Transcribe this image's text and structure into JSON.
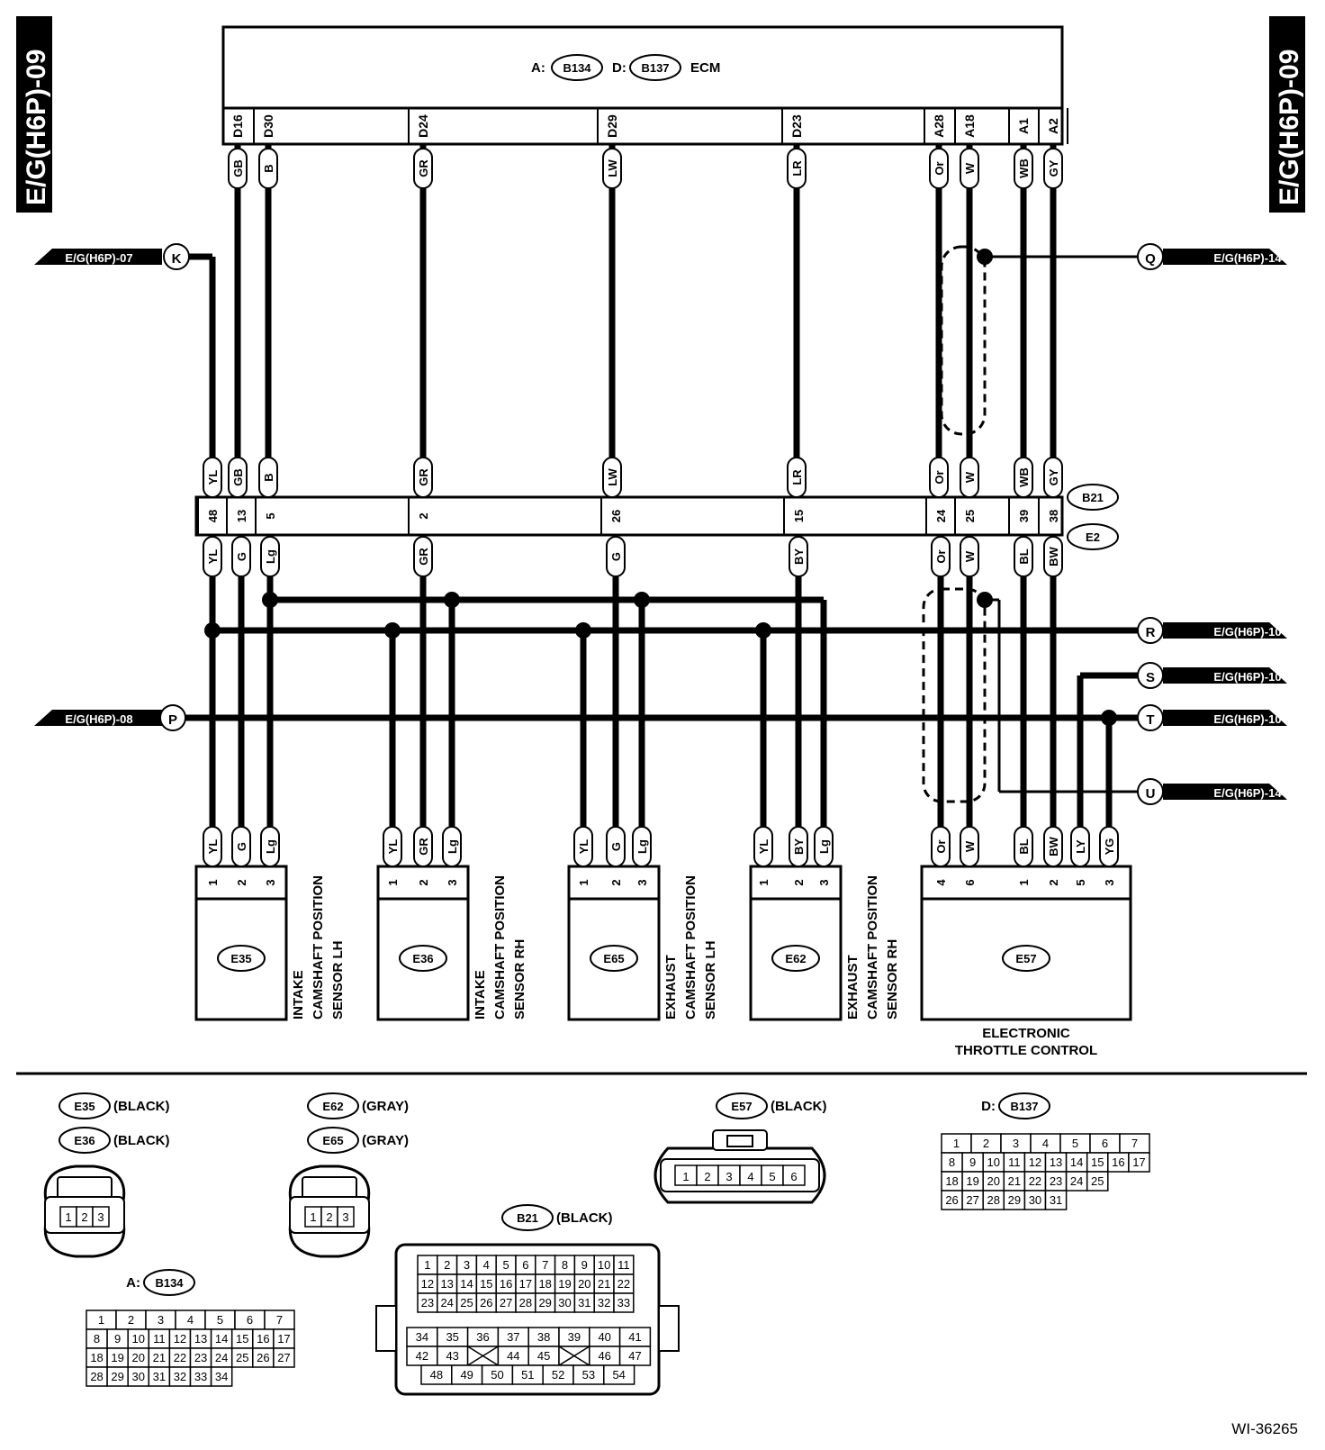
{
  "page_title": "E/G(H6P)-09",
  "ecm": {
    "prefix_a": "A:",
    "conn_a": "B134",
    "prefix_d": "D:",
    "conn_d": "B137",
    "name": "ECM"
  },
  "ecm_pins": [
    {
      "pin": "D16",
      "color": "GB"
    },
    {
      "pin": "D30",
      "color": "B"
    },
    {
      "pin": "D24",
      "color": "GR"
    },
    {
      "pin": "D29",
      "color": "LW"
    },
    {
      "pin": "D23",
      "color": "LR"
    },
    {
      "pin": "A28",
      "color": "Or"
    },
    {
      "pin": "A18",
      "color": "W"
    },
    {
      "pin": "A1",
      "color": "WB"
    },
    {
      "pin": "A2",
      "color": "GY"
    }
  ],
  "joint": {
    "top": "B21",
    "bottom": "E2"
  },
  "joint_pins": [
    {
      "pin": "48",
      "up": "YL",
      "down": "YL"
    },
    {
      "pin": "13",
      "up": "GB",
      "down": "G"
    },
    {
      "pin": "5",
      "up": "B",
      "down": "Lg"
    },
    {
      "pin": "2",
      "up": "GR",
      "down": "GR"
    },
    {
      "pin": "26",
      "up": "LW",
      "down": "G"
    },
    {
      "pin": "15",
      "up": "LR",
      "down": "BY"
    },
    {
      "pin": "24",
      "up": "Or",
      "down": "Or"
    },
    {
      "pin": "25",
      "up": "W",
      "down": "W"
    },
    {
      "pin": "39",
      "up": "WB",
      "down": "BL"
    },
    {
      "pin": "38",
      "up": "GY",
      "down": "BW"
    }
  ],
  "refs": [
    {
      "letter": "K",
      "label": "E/G(H6P)-07"
    },
    {
      "letter": "P",
      "label": "E/G(H6P)-08"
    },
    {
      "letter": "Q",
      "label": "E/G(H6P)-14"
    },
    {
      "letter": "R",
      "label": "E/G(H6P)-10"
    },
    {
      "letter": "S",
      "label": "E/G(H6P)-10"
    },
    {
      "letter": "T",
      "label": "E/G(H6P)-10"
    },
    {
      "letter": "U",
      "label": "E/G(H6P)-14"
    }
  ],
  "components": [
    {
      "id": "E35",
      "wires": [
        "YL",
        "G",
        "Lg"
      ],
      "pins": [
        "1",
        "2",
        "3"
      ],
      "name": [
        "INTAKE",
        "CAMSHAFT POSITION",
        "SENSOR LH"
      ]
    },
    {
      "id": "E36",
      "wires": [
        "YL",
        "GR",
        "Lg"
      ],
      "pins": [
        "1",
        "2",
        "3"
      ],
      "name": [
        "INTAKE",
        "CAMSHAFT POSITION",
        "SENSOR RH"
      ]
    },
    {
      "id": "E65",
      "wires": [
        "YL",
        "G",
        "Lg"
      ],
      "pins": [
        "1",
        "2",
        "3"
      ],
      "name": [
        "EXHAUST",
        "CAMSHAFT POSITION",
        "SENSOR LH"
      ]
    },
    {
      "id": "E62",
      "wires": [
        "YL",
        "BY",
        "Lg"
      ],
      "pins": [
        "1",
        "2",
        "3"
      ],
      "name": [
        "EXHAUST",
        "CAMSHAFT POSITION",
        "SENSOR RH"
      ]
    },
    {
      "id": "E57",
      "wires": [
        "Or",
        "W",
        "BL",
        "BW",
        "LY",
        "YG"
      ],
      "pins": [
        "4",
        "6",
        "1",
        "2",
        "5",
        "3"
      ],
      "name": [
        "ELECTRONIC",
        "THROTTLE CONTROL"
      ]
    }
  ],
  "connectors": {
    "e35": {
      "id": "E35",
      "color": "(BLACK)"
    },
    "e36": {
      "id": "E36",
      "color": "(BLACK)"
    },
    "e62": {
      "id": "E62",
      "color": "(GRAY)"
    },
    "e65": {
      "id": "E65",
      "color": "(GRAY)"
    },
    "e57": {
      "id": "E57",
      "color": "(BLACK)"
    },
    "b21": {
      "id": "B21",
      "color": "(BLACK)"
    },
    "b134": {
      "prefix": "A:",
      "id": "B134"
    },
    "b137": {
      "prefix": "D:",
      "id": "B137"
    },
    "pins3": [
      "1",
      "2",
      "3"
    ],
    "pins6": [
      "1",
      "2",
      "3",
      "4",
      "5",
      "6"
    ],
    "ecm_grid_rows": [
      [
        "1",
        "2",
        "3",
        "4",
        "5",
        "6",
        "7"
      ],
      [
        "8",
        "9",
        "10",
        "11",
        "12",
        "13",
        "14",
        "15",
        "16",
        "17"
      ],
      [
        "18",
        "19",
        "20",
        "21",
        "22",
        "23",
        "24",
        "25",
        "26",
        "27"
      ],
      [
        "28",
        "29",
        "30",
        "31",
        "32",
        "33",
        "34"
      ]
    ],
    "b137_rows": [
      [
        "1",
        "2",
        "3",
        "4",
        "5",
        "6",
        "7"
      ],
      [
        "8",
        "9",
        "10",
        "11",
        "12",
        "13",
        "14",
        "15",
        "16",
        "17"
      ],
      [
        "18",
        "19",
        "20",
        "21",
        "22",
        "23",
        "24",
        "25"
      ],
      [
        "26",
        "27",
        "28",
        "29",
        "30",
        "31"
      ]
    ],
    "b21_rows": [
      [
        "1",
        "2",
        "3",
        "4",
        "5",
        "6",
        "7",
        "8",
        "9",
        "10",
        "11"
      ],
      [
        "12",
        "13",
        "14",
        "15",
        "16",
        "17",
        "18",
        "19",
        "20",
        "21",
        "22"
      ],
      [
        "23",
        "24",
        "25",
        "26",
        "27",
        "28",
        "29",
        "30",
        "31",
        "32",
        "33"
      ],
      [
        "34",
        "35",
        "36",
        "37",
        "38",
        "39",
        "40",
        "41"
      ],
      [
        "42",
        "43",
        "44",
        "45",
        "46",
        "47"
      ],
      [
        "48",
        "49",
        "50",
        "51",
        "52",
        "53",
        "54"
      ]
    ]
  },
  "figure_id": "WI-36265"
}
